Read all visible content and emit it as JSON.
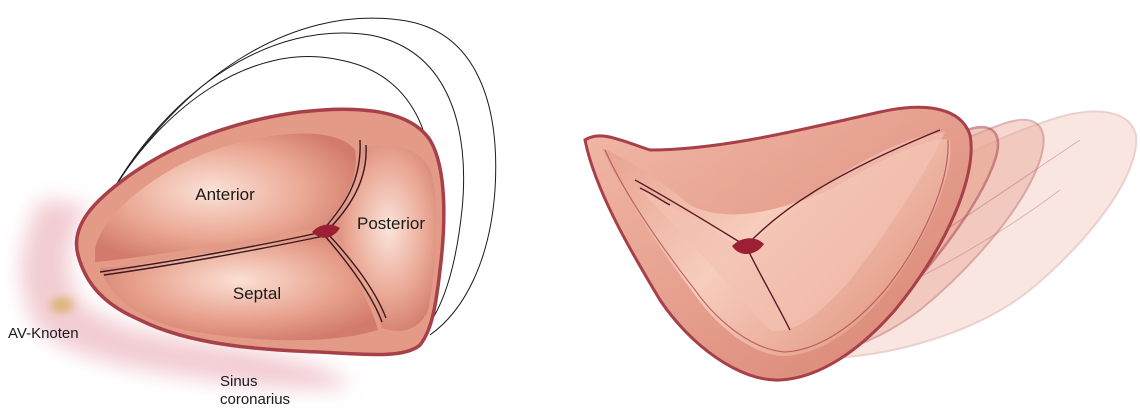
{
  "labels": {
    "anterior": "Anterior",
    "posterior": "Posterior",
    "septal": "Septal",
    "av_knoten": "AV-Knoten",
    "sinus_line1": "Sinus",
    "sinus_line2": "coronarius"
  },
  "colors": {
    "valve_fill": "#e39a86",
    "valve_light": "#f6d3c4",
    "valve_outline": "#a8404a",
    "commissure": "#3a1a22",
    "center_dark": "#9c1f35",
    "glow": "#e7a3ad",
    "av_node": "#d9b06a",
    "motion_lines": "#1a1a1a"
  }
}
